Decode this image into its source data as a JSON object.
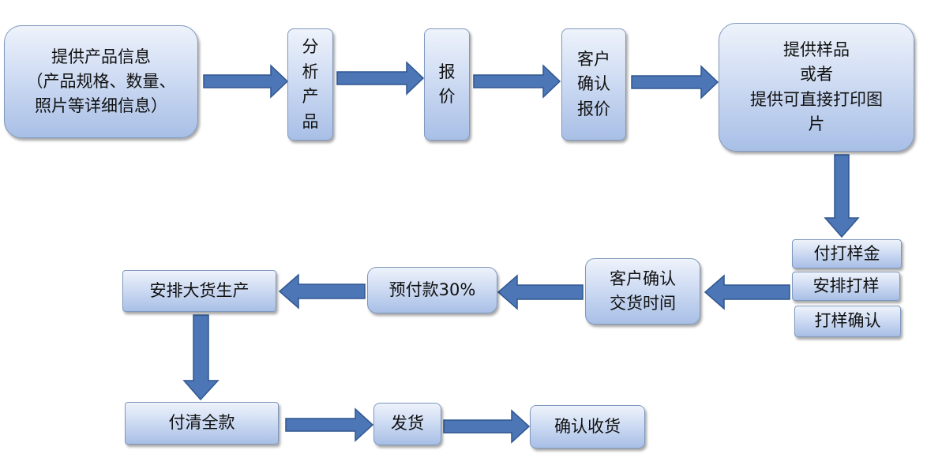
{
  "flow": {
    "provide_info": "提供产品信息\n（产品规格、数量、\n照片等详细信息）",
    "analyze_product": "分\n析\n产\n品",
    "quote": "报\n价",
    "customer_confirm_quote": "客户\n确认\n报价",
    "provide_sample": "提供样品\n或者\n提供可直接打印图\n片",
    "pay_sample_fee": "付打样金",
    "arrange_sampling": "安排打样",
    "confirm_sample": "打样确认",
    "customer_confirm_delivery_time": "客户确认\n交货时间",
    "prepay_30": "预付款30%",
    "arrange_mass_production": "安排大货生产",
    "pay_in_full": "付清全款",
    "ship": "发货",
    "confirm_receipt": "确认收货"
  },
  "colors": {
    "box_fill_top": "#eef3fb",
    "box_fill_bottom": "#a8bfe6",
    "box_border": "#7f98bd",
    "arrow_fill": "#4d76b7"
  }
}
